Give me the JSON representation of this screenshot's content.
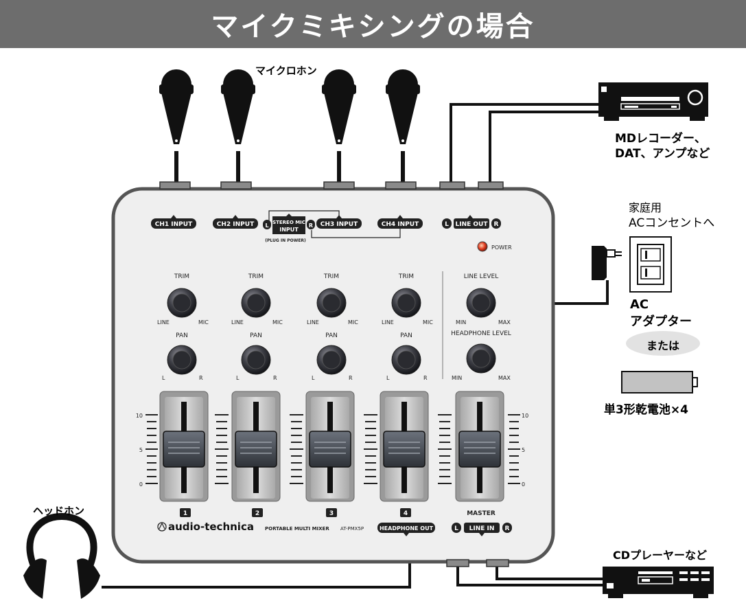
{
  "title": "マイクミキシングの場合",
  "labels": {
    "microphones": "マイクロホン",
    "md_recorder_line1": "MDレコーダー、",
    "md_recorder_line2": "DAT、アンプなど",
    "outlet_line1": "家庭用",
    "outlet_line2": "ACコンセントへ",
    "ac_line1": "AC",
    "ac_line2": "アダプター",
    "or": "または",
    "battery": "単3形乾電池×4",
    "headphones": "ヘッドホン",
    "cd_player": "CDプレーヤーなど"
  },
  "mixer": {
    "inputs": [
      "CH1 INPUT",
      "CH2 INPUT",
      "CH3 INPUT",
      "CH4 INPUT"
    ],
    "stereo_mic": {
      "l": "L",
      "r": "R",
      "line1": "STEREO MIC",
      "line2": "INPUT",
      "note": "(PLUG IN POWER)"
    },
    "line_out": {
      "l": "L",
      "label": "LINE OUT",
      "r": "R"
    },
    "power": "POWER",
    "trim": {
      "label": "TRIM",
      "left": "LINE",
      "right": "MIC"
    },
    "pan": {
      "label": "PAN",
      "left": "L",
      "right": "R"
    },
    "line_level": {
      "label": "LINE LEVEL",
      "left": "MIN",
      "right": "MAX"
    },
    "headphone_level": {
      "label": "HEADPHONE LEVEL",
      "left": "MIN",
      "right": "MAX"
    },
    "scale": [
      "10",
      "5",
      "0"
    ],
    "channels": [
      "1",
      "2",
      "3",
      "4"
    ],
    "master": "MASTER",
    "brand": "audio-technica",
    "model_desc": "PORTABLE MULTI MIXER",
    "model": "AT-PMX5P",
    "headphone_out": "HEADPHONE OUT",
    "line_in": {
      "l": "L",
      "label": "LINE IN",
      "r": "R"
    }
  },
  "colors": {
    "banner": "#6d6d6d",
    "panel": "#efefef",
    "device": "#111111",
    "power_led": "#e03a1e",
    "or_badge": "#e2e2e2"
  }
}
